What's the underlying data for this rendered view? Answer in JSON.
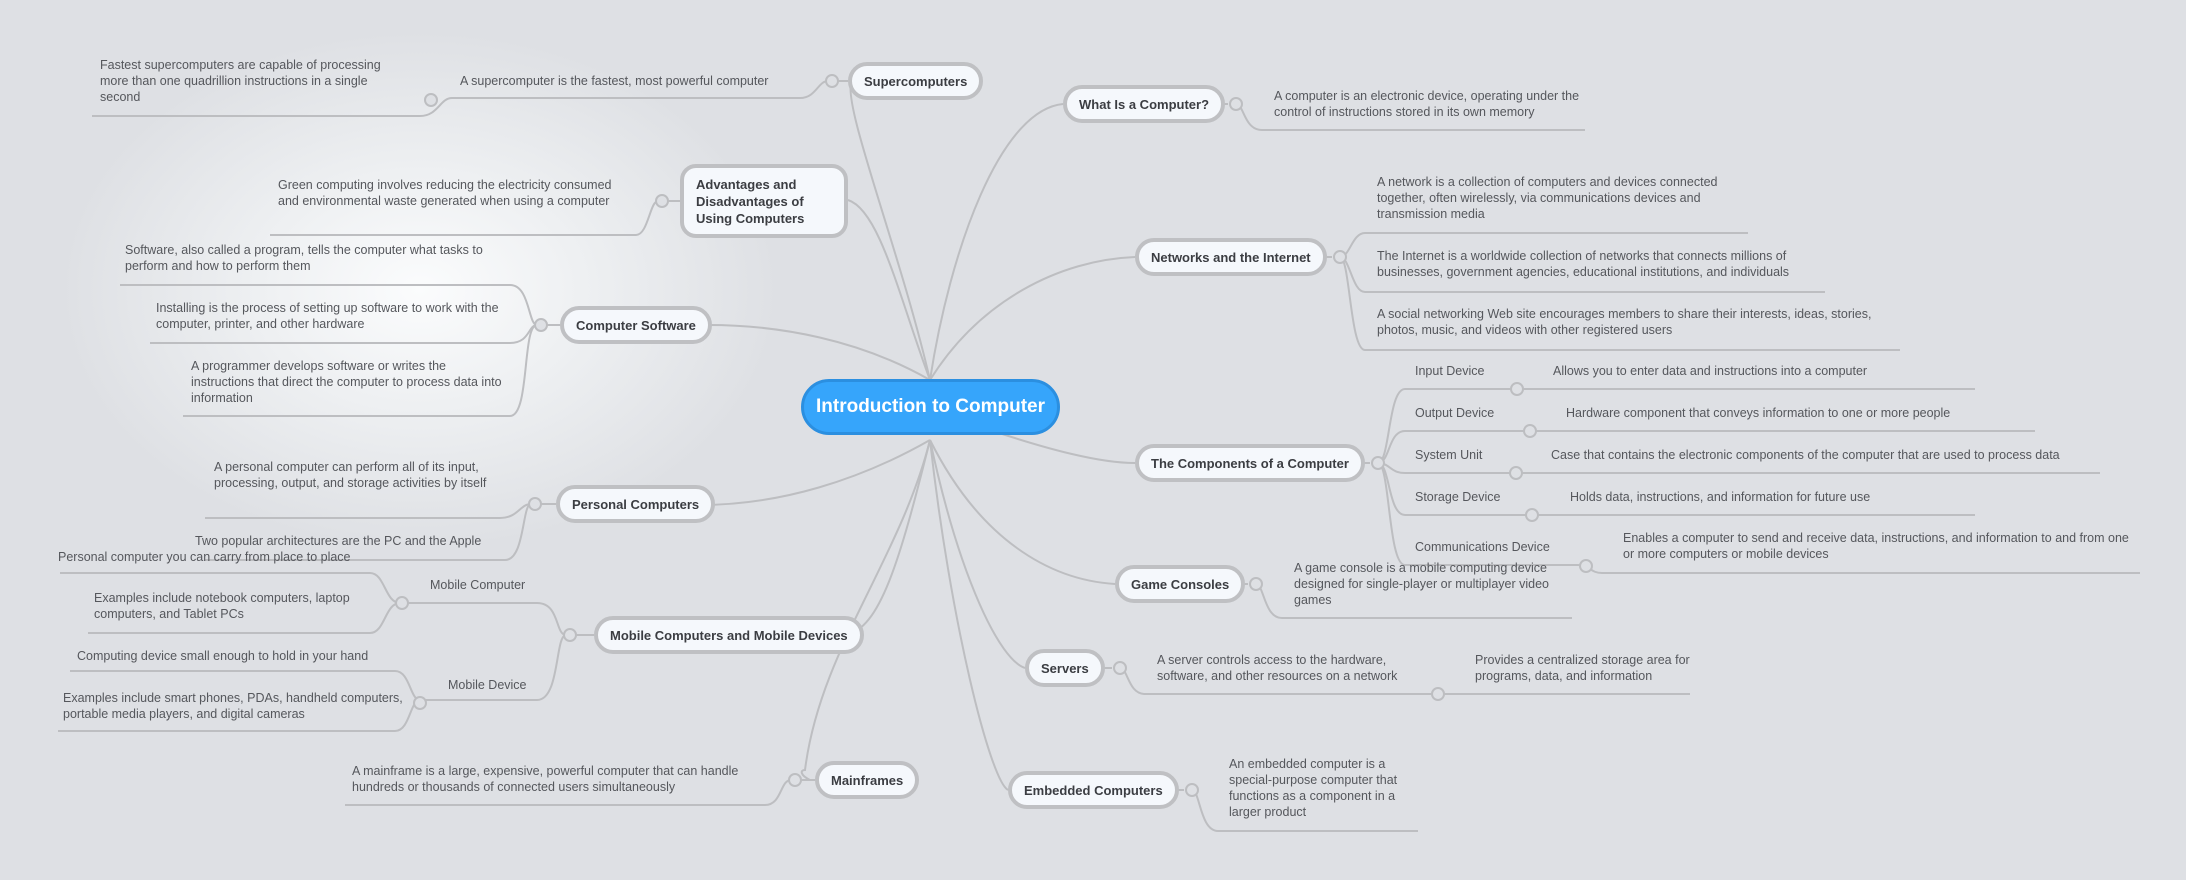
{
  "central": {
    "label": "Introduction to Computer",
    "color": "#36a5fb"
  },
  "colors": {
    "background": "#dee0e4",
    "topic_fill": "#f5f8fc",
    "topic_border": "#bfc0c3",
    "line": "#bdbec1",
    "text": "#55575c"
  },
  "left": {
    "supercomputers": {
      "label": "Supercomputers",
      "child": "A supercomputer is the fastest, most powerful computer",
      "grandchild": "Fastest supercomputers are capable of processing more than one quadrillion instructions in a single second"
    },
    "advantages": {
      "label": "Advantages and Disadvantages  of Using Computers",
      "child": "Green computing involves reducing the electricity consumed and environmental waste generated when using a computer"
    },
    "software": {
      "label": "Computer Software",
      "children": [
        "Software, also called a program, tells the computer what tasks to perform and how to perform them",
        "Installing is the process of setting up software to work with the computer, printer, and other hardware",
        "A programmer develops software or writes the instructions that direct the computer to process data into information"
      ]
    },
    "personal": {
      "label": "Personal Computers",
      "children": [
        "A personal computer can perform all of its input, processing, output, and storage activities by itself",
        "Two popular architectures are the PC and the Apple"
      ]
    },
    "mobile": {
      "label": "Mobile Computers and Mobile Devices",
      "mobile_computer": {
        "label": "Mobile Computer",
        "children": [
          "Personal computer you can carry from place to place",
          "Examples include notebook computers, laptop computers, and Tablet PCs"
        ]
      },
      "mobile_device": {
        "label": "Mobile Device",
        "children": [
          "Computing device small enough to hold in your hand",
          "Examples include smart phones, PDAs, handheld computers, portable media players, and digital cameras"
        ]
      }
    },
    "mainframes": {
      "label": "Mainframes",
      "child": "A mainframe is a large, expensive, powerful computer that can handle hundreds or thousands of connected users simultaneously"
    }
  },
  "right": {
    "what_is": {
      "label": "What Is a Computer?",
      "child": "A computer is an electronic device, operating under the control of instructions stored in its own memory"
    },
    "networks": {
      "label": "Networks and the Internet",
      "children": [
        "A network is a collection of computers and devices connected together, often wirelessly, via communications devices and transmission media",
        "The Internet is a worldwide collection of networks that connects millions of businesses, government agencies, educational institutions, and individuals",
        "A social networking Web site encourages members to share their interests, ideas, stories, photos, music, and videos with other registered users"
      ]
    },
    "components": {
      "label": "The Components of a Computer",
      "items": [
        {
          "label": "Input Device",
          "desc": "Allows you to enter data and instructions into a computer"
        },
        {
          "label": "Output Device",
          "desc": "Hardware component that conveys information to one or more people"
        },
        {
          "label": "System Unit",
          "desc": "Case that contains the electronic components of the computer that are used to process data"
        },
        {
          "label": "Storage Device",
          "desc": "Holds data, instructions, and information for future use"
        },
        {
          "label": "Communications Device",
          "desc": "Enables a computer to send and receive data, instructions, and information to and from one or more computers or mobile devices"
        }
      ]
    },
    "game": {
      "label": "Game Consoles",
      "child": "A game console is a mobile computing device designed for single-player or multiplayer video games"
    },
    "servers": {
      "label": "Servers",
      "child": "A server controls access to the hardware, software, and other resources on a network",
      "grandchild": "Provides a centralized storage area for programs, data, and information"
    },
    "embedded": {
      "label": "Embedded Computers",
      "child": "An embedded computer is a special-purpose computer that functions as a component in a larger product"
    }
  }
}
